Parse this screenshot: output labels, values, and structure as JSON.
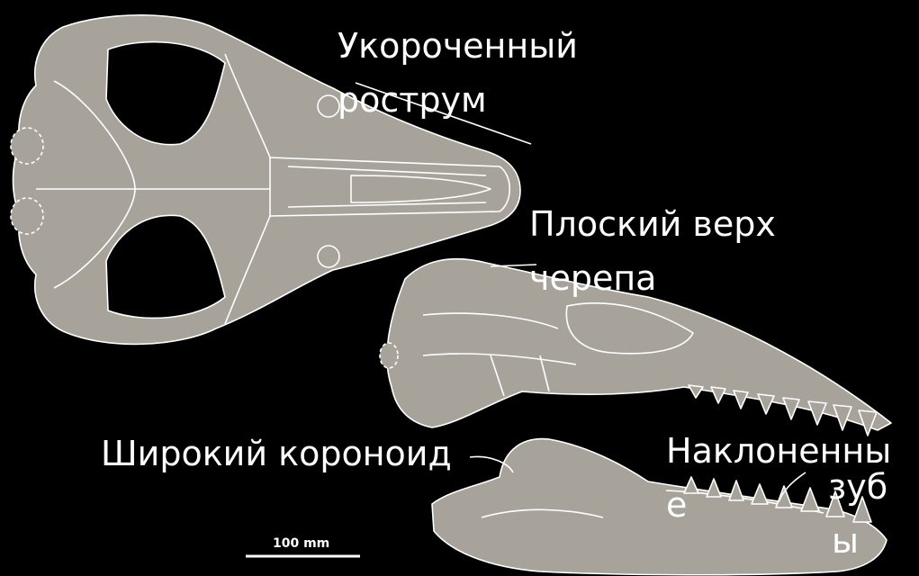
{
  "labels": {
    "rostrum_line1": "Укороченный",
    "rostrum_line2": "рострум",
    "flat_top_line1": "Плоский верх",
    "flat_top_line2": "черепа",
    "coronoid": "Широкий короноид",
    "teeth_line1": "Наклоненны",
    "teeth_line2": "зуб",
    "teeth_line3": "е",
    "teeth_line4": "ы"
  },
  "scale_bar": {
    "text": "100 mm"
  },
  "colors": {
    "background": "#000000",
    "bone": "#a7a39b",
    "outline": "#ffffff",
    "label": "#ffffff"
  }
}
